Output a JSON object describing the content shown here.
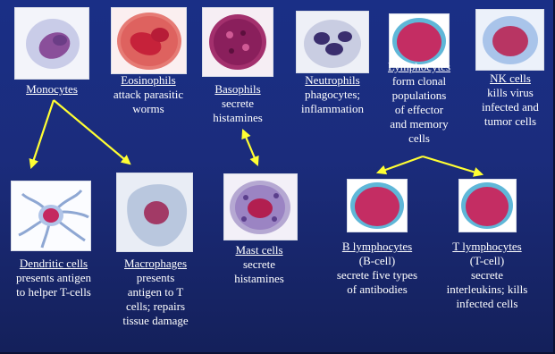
{
  "slide": {
    "cells": {
      "monocytes": {
        "name": "Monocytes",
        "desc": []
      },
      "eosinophils": {
        "name": "Eosinophils",
        "desc": [
          "attack parasitic",
          "worms"
        ]
      },
      "basophils": {
        "name": "Basophils",
        "desc": [
          "secrete",
          "histamines"
        ]
      },
      "neutrophils": {
        "name": "Neutrophils",
        "desc": [
          "phagocytes;",
          "inflammation"
        ]
      },
      "lymphocytes": {
        "name": "Lymphocytes",
        "desc": [
          "form clonal",
          "populations",
          "of effector",
          "and memory",
          "cells"
        ]
      },
      "nk_cells": {
        "name": "NK cells",
        "desc": [
          "kills virus",
          "infected and",
          "tumor cells"
        ]
      },
      "dendritic_cells": {
        "name": "Dendritic cells",
        "desc": [
          "presents antigen",
          "to helper T-cells"
        ]
      },
      "macrophages": {
        "name": "Macrophages",
        "desc": [
          "presents",
          "antigen to T",
          "cells; repairs",
          "tissue damage"
        ]
      },
      "mast_cells": {
        "name": "Mast cells",
        "desc": [
          "secrete",
          "histamines"
        ]
      },
      "b_lymphocytes": {
        "name": "B lymphocytes",
        "desc": [
          "(B-cell)",
          "secrete five types",
          "of antibodies"
        ]
      },
      "t_lymphocytes": {
        "name": "T lymphocytes",
        "desc": [
          "(T-cell)",
          "secrete",
          "interleukins; kills",
          "infected  cells"
        ]
      }
    },
    "colors": {
      "background": "#1b2c7c",
      "arrow": "#ffff33",
      "text": "#ffffff"
    }
  }
}
